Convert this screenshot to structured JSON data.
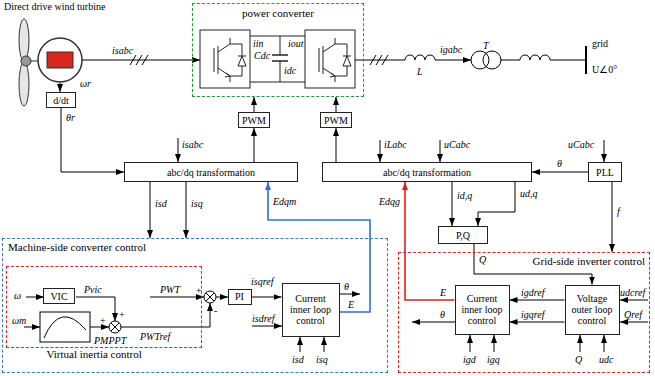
{
  "diagram": {
    "nodes": [
      {
        "text": [
          "power converter"
        ]
      },
      {
        "text": [
          "d/dt"
        ]
      },
      {
        "text": [
          "PWM"
        ]
      },
      {
        "text": [
          "PWM"
        ]
      },
      {
        "text": [
          "abc/dq transformation"
        ]
      },
      {
        "text": [
          "abc/dq transformation"
        ]
      },
      {
        "text": [
          "PLL"
        ]
      },
      {
        "text": [
          "Machine-side converter control"
        ]
      },
      {
        "text": [
          "Virtual inertia control"
        ],
        "in": 7
      },
      {
        "text": [
          "VIC"
        ],
        "in": 8
      },
      {
        "text": [
          "PI"
        ],
        "in": 7
      },
      {
        "text": [
          "Current inner loop control"
        ],
        "in": 7
      },
      {
        "text": [
          "Grid-side inverter control"
        ]
      },
      {
        "text": [
          "Current inner loop control"
        ],
        "in": 12
      },
      {
        "text": [
          "Voltage outer loop control"
        ],
        "in": 12
      },
      {
        "text": [
          "P,Q"
        ]
      }
    ],
    "edges": [
      {
        "from": 1,
        "to": 4,
        "arrow": "to",
        "label": "θr"
      },
      {
        "from": 2,
        "to": 0,
        "arrow": "to"
      },
      {
        "from": 3,
        "to": 0,
        "arrow": "to"
      },
      {
        "from": 4,
        "to": 2,
        "arrow": "to"
      },
      {
        "from": 5,
        "to": 3,
        "arrow": "to"
      },
      {
        "from": 11,
        "to": 4,
        "arrow": "to",
        "label": "Edqm"
      },
      {
        "from": 13,
        "to": 5,
        "arrow": "to",
        "label": "Edqg"
      },
      {
        "from": 6,
        "to": 5,
        "arrow": "to",
        "label": "θ"
      },
      {
        "from": 5,
        "to": 15,
        "arrow": "to",
        "label": "id,q"
      },
      {
        "from": 5,
        "to": 15,
        "arrow": "to",
        "label": "ud,q"
      },
      {
        "from": 15,
        "to": 14,
        "arrow": "to",
        "label": "Q"
      },
      {
        "from": 6,
        "to": 12,
        "arrow": "to",
        "label": "f"
      },
      {
        "from": 14,
        "to": 13,
        "arrow": "to",
        "label": "igdref"
      },
      {
        "from": 14,
        "to": 13,
        "arrow": "to",
        "label": "igqref"
      },
      {
        "from": 10,
        "to": 11,
        "arrow": "to",
        "label": "isqref"
      },
      {
        "from": 4,
        "to": 7,
        "arrow": "to",
        "label": "isd"
      },
      {
        "from": 4,
        "to": 7,
        "arrow": "to",
        "label": "isq"
      }
    ],
    "labels": [
      "Direct drive wind turbine",
      "ωr",
      "isabc",
      "iin",
      "iout",
      "Cdc",
      "idc",
      "igabc",
      "L",
      "T",
      "grid",
      "U∠0°",
      "isabc",
      "iLabc",
      "uCabc",
      "uCabc",
      "ω",
      "ωm",
      "Pvic",
      "PMPPT",
      "PWT",
      "PWTref",
      "+",
      "+",
      "+",
      "-",
      "θ",
      "E",
      "isdref",
      "isd",
      "isq",
      "E",
      "θ",
      "udcref",
      "Qref",
      "Q",
      "udc",
      "igd",
      "igq"
    ]
  }
}
